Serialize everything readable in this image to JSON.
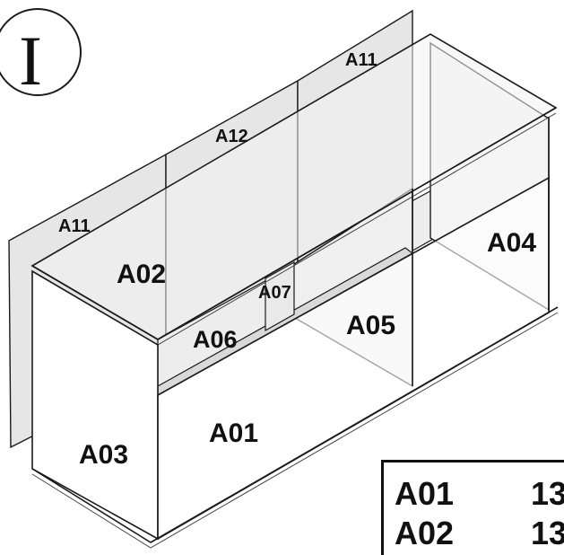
{
  "step": {
    "numeral": "I"
  },
  "parts": {
    "A01": "A01",
    "A02": "A02",
    "A03": "A03",
    "A04": "A04",
    "A05": "A05",
    "A06": "A06",
    "A07": "A07",
    "A11_left": "A11",
    "A11_right": "A11",
    "A12": "A12"
  },
  "parts_table": {
    "rows": [
      {
        "code": "A01",
        "qty": "13"
      },
      {
        "code": "A02",
        "qty": "13"
      }
    ]
  }
}
